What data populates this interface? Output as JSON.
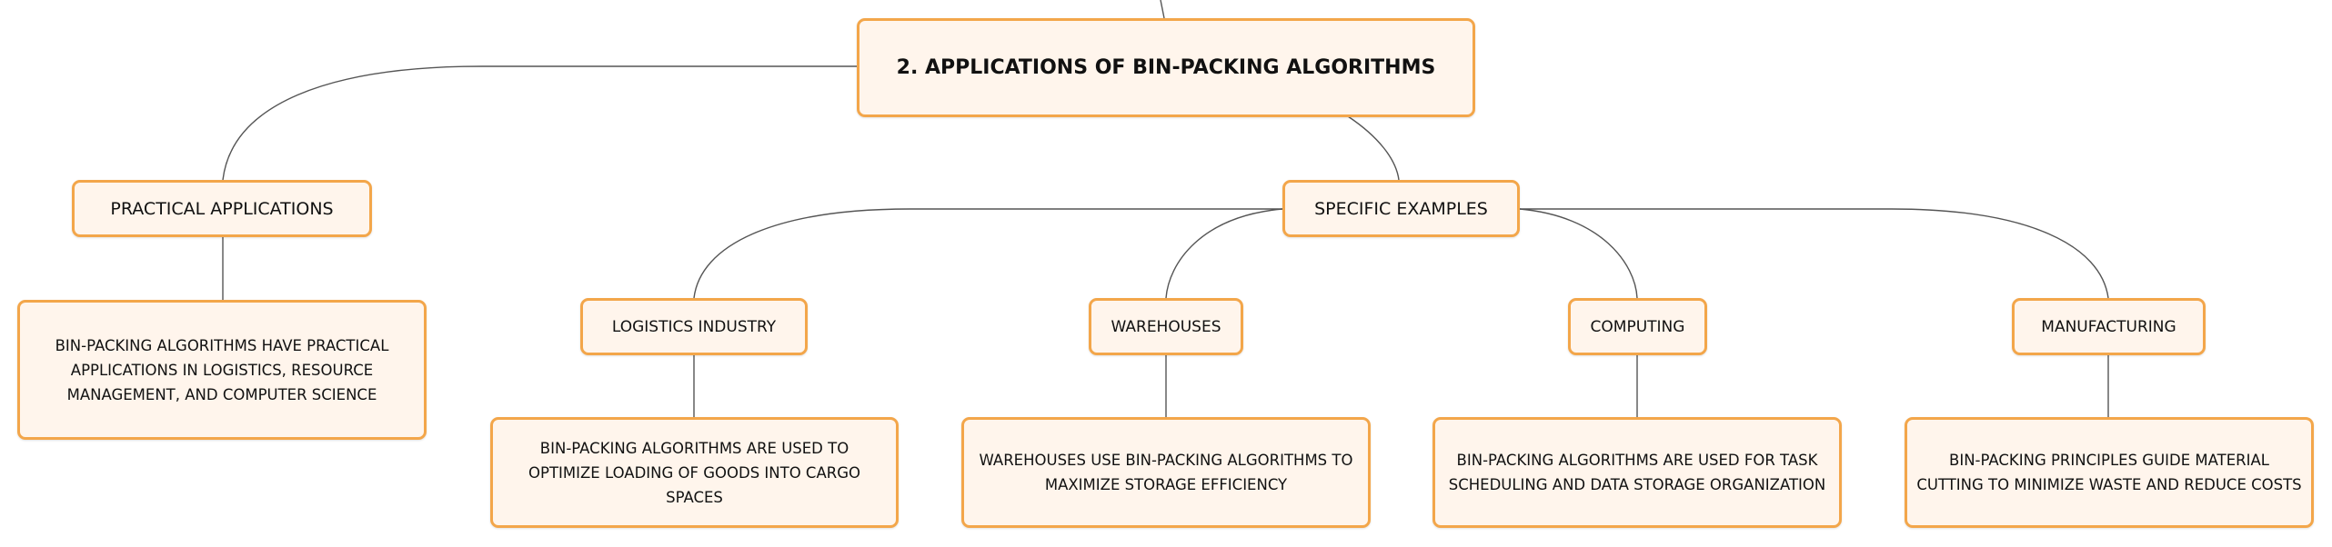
{
  "root": {
    "title": "2. APPLICATIONS OF BIN-PACKING ALGORITHMS"
  },
  "practical": {
    "title": "PRACTICAL APPLICATIONS",
    "description": "BIN-PACKING ALGORITHMS HAVE PRACTICAL APPLICATIONS IN LOGISTICS, RESOURCE MANAGEMENT, AND COMPUTER SCIENCE"
  },
  "examples": {
    "title": "SPECIFIC EXAMPLES",
    "items": [
      {
        "title": "LOGISTICS INDUSTRY",
        "description": "BIN-PACKING ALGORITHMS ARE USED TO OPTIMIZE LOADING OF GOODS INTO CARGO SPACES"
      },
      {
        "title": "WAREHOUSES",
        "description": "WAREHOUSES USE BIN-PACKING ALGORITHMS TO MAXIMIZE STORAGE EFFICIENCY"
      },
      {
        "title": "COMPUTING",
        "description": "BIN-PACKING ALGORITHMS ARE USED FOR TASK SCHEDULING AND DATA STORAGE ORGANIZATION"
      },
      {
        "title": "MANUFACTURING",
        "description": "BIN-PACKING PRINCIPLES GUIDE MATERIAL CUTTING TO MINIMIZE WASTE AND REDUCE COSTS"
      }
    ]
  },
  "colors": {
    "border": "#f3a64a",
    "fill": "#fff5ec",
    "line": "#555555"
  }
}
